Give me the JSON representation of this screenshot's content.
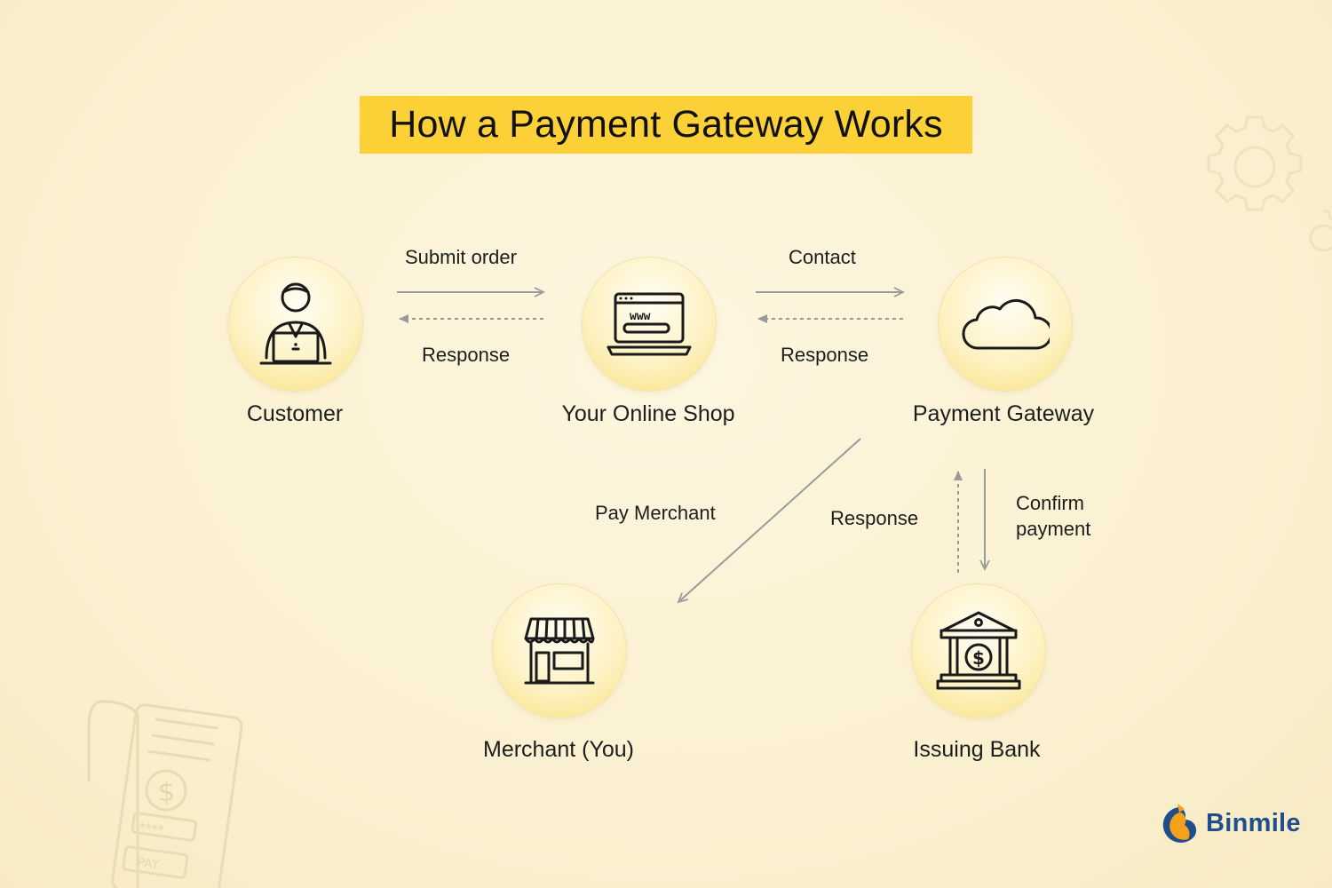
{
  "title": "How a Payment Gateway Works",
  "nodes": {
    "customer": {
      "label": "Customer",
      "icon": "person-with-laptop-icon"
    },
    "shop": {
      "label": "Your Online Shop",
      "icon": "laptop-www-icon"
    },
    "gateway": {
      "label": "Payment Gateway",
      "icon": "cloud-icon"
    },
    "merchant": {
      "label": "Merchant (You)",
      "icon": "storefront-icon"
    },
    "bank": {
      "label": "Issuing Bank",
      "icon": "bank-icon"
    }
  },
  "edges": {
    "submit_order": "Submit order",
    "response_customer": "Response",
    "contact": "Contact",
    "response_shop": "Response",
    "pay_merchant": "Pay Merchant",
    "response_bank": "Response",
    "confirm_line1": "Confirm",
    "confirm_line2": "payment"
  },
  "decor": {
    "receipt_pay": "PAY",
    "receipt_stars": "****",
    "receipt_currency": "$"
  },
  "brand": {
    "name": "Binmile"
  },
  "colors": {
    "title_bg": "#fcd137",
    "arrow": "#9a9a9a",
    "brand_blue": "#1f4e8c",
    "brand_orange": "#f5a21b"
  }
}
